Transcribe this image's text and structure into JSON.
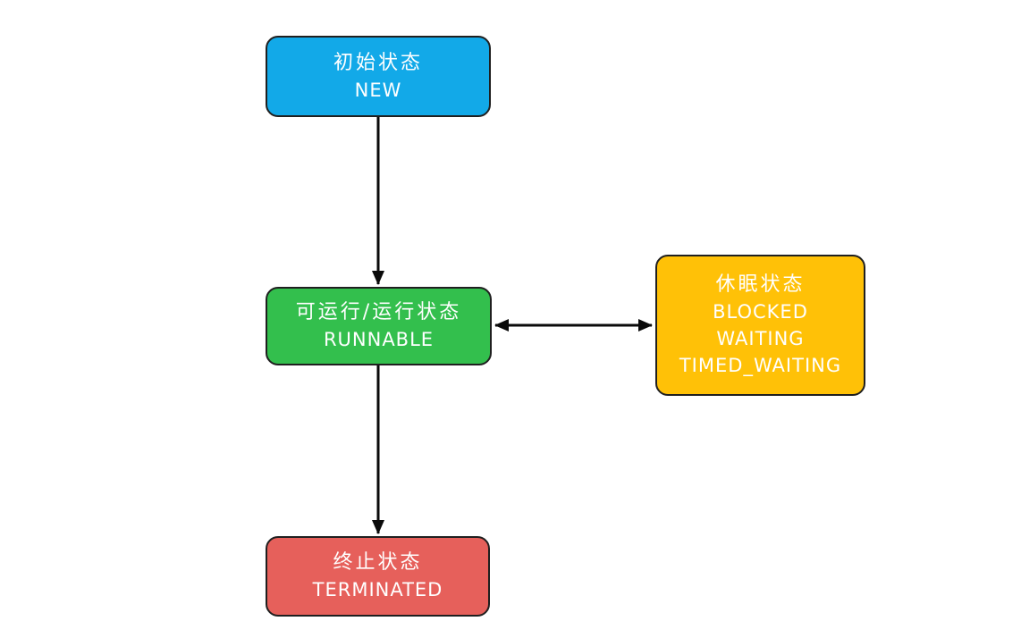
{
  "diagram": {
    "background_color": "#FFFFFF",
    "edge_color": "#0A0A0A",
    "border_color": "#1F1F1F",
    "text_color": "#FFFFFF",
    "nodes": {
      "new": {
        "label_zh": "初始状态",
        "label_en": "NEW",
        "color": "#12A9E8"
      },
      "runnable": {
        "label_zh": "可运行/运行状态",
        "label_en": "RUNNABLE",
        "color": "#33BF4D"
      },
      "sleep": {
        "label_zh": "休眠状态",
        "labels_en": [
          "BLOCKED",
          "WAITING",
          "TIMED_WAITING"
        ],
        "color": "#FFC107"
      },
      "terminated": {
        "label_zh": "终止状态",
        "label_en": "TERMINATED",
        "color": "#E6605B"
      }
    },
    "edges": [
      {
        "from": "new",
        "to": "runnable",
        "direction": "one-way"
      },
      {
        "from": "runnable",
        "to": "sleep",
        "direction": "two-way"
      },
      {
        "from": "runnable",
        "to": "terminated",
        "direction": "one-way"
      }
    ]
  }
}
